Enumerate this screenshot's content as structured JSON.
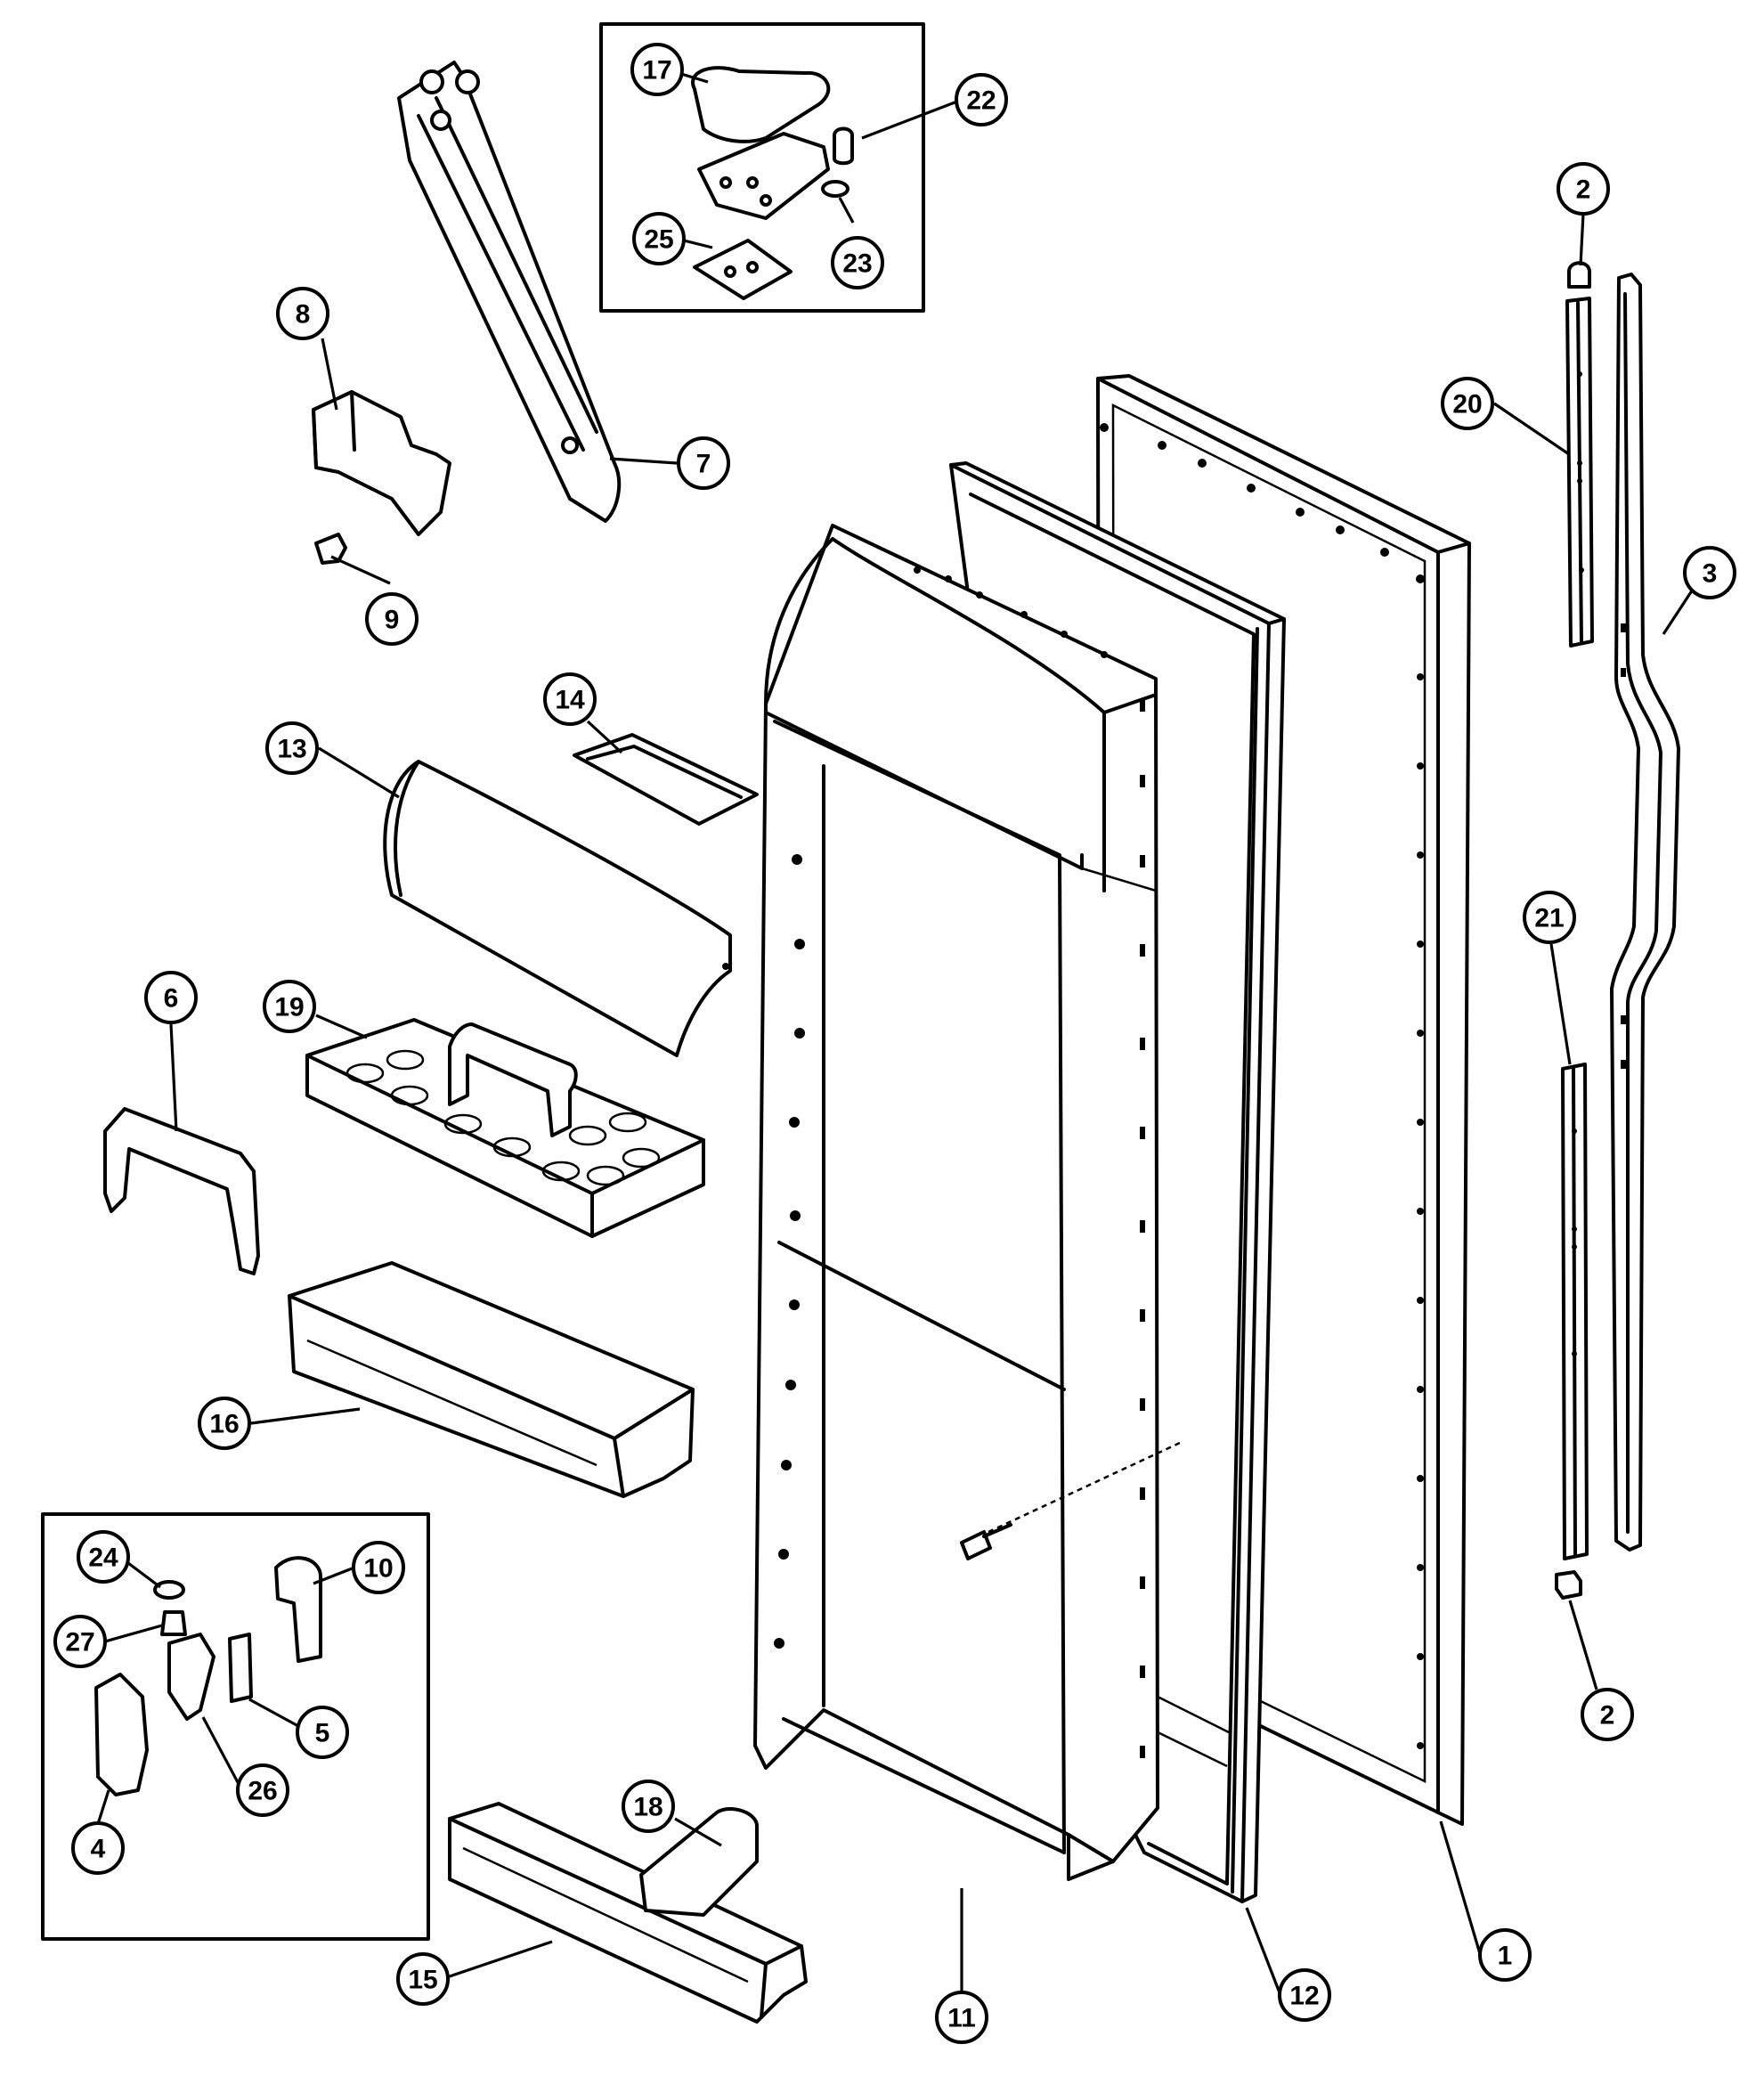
{
  "diagram": {
    "kind": "exploded-parts-view",
    "callouts": [
      {
        "id": "c17",
        "number": "17"
      },
      {
        "id": "c22",
        "number": "22"
      },
      {
        "id": "c25",
        "number": "25"
      },
      {
        "id": "c23",
        "number": "23"
      },
      {
        "id": "c8",
        "number": "8"
      },
      {
        "id": "c7",
        "number": "7"
      },
      {
        "id": "c9",
        "number": "9"
      },
      {
        "id": "c2a",
        "number": "2"
      },
      {
        "id": "c20",
        "number": "20"
      },
      {
        "id": "c3",
        "number": "3"
      },
      {
        "id": "c14",
        "number": "14"
      },
      {
        "id": "c13",
        "number": "13"
      },
      {
        "id": "c21",
        "number": "21"
      },
      {
        "id": "c19",
        "number": "19"
      },
      {
        "id": "c6",
        "number": "6"
      },
      {
        "id": "c16",
        "number": "16"
      },
      {
        "id": "c24",
        "number": "24"
      },
      {
        "id": "c10",
        "number": "10"
      },
      {
        "id": "c27",
        "number": "27"
      },
      {
        "id": "c5",
        "number": "5"
      },
      {
        "id": "c2b",
        "number": "2"
      },
      {
        "id": "c26",
        "number": "26"
      },
      {
        "id": "c4",
        "number": "4"
      },
      {
        "id": "c18",
        "number": "18"
      },
      {
        "id": "c1",
        "number": "1"
      },
      {
        "id": "c15",
        "number": "15"
      },
      {
        "id": "c11",
        "number": "11"
      },
      {
        "id": "c12",
        "number": "12"
      }
    ]
  }
}
